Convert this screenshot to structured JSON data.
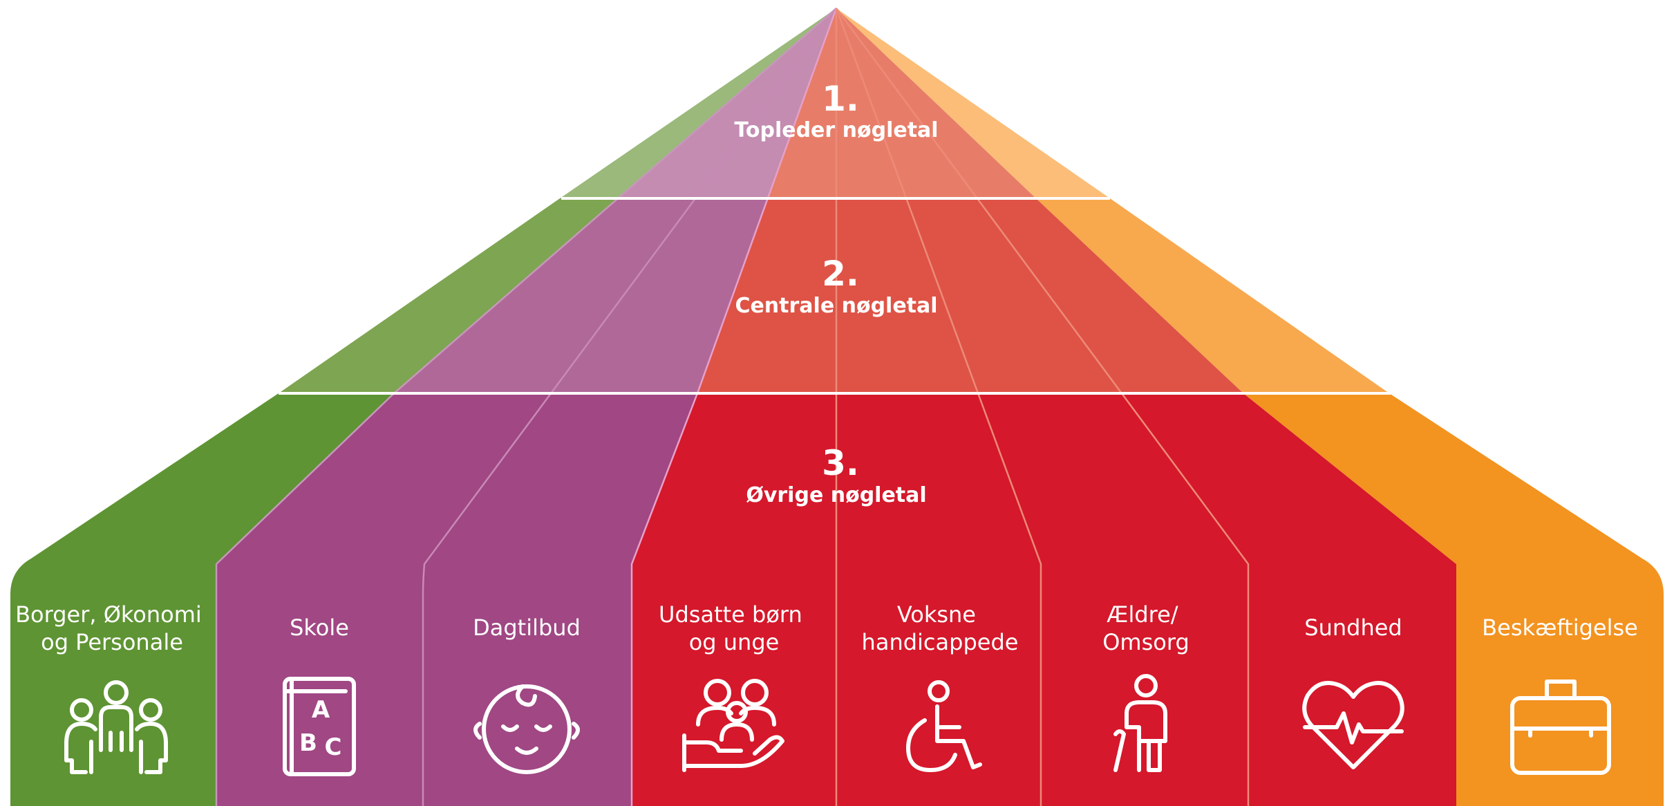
{
  "levels": [
    {
      "number": "1.",
      "name": "Topleder nøgletal"
    },
    {
      "number": "2.",
      "name": "Centrale nøgletal"
    },
    {
      "number": "3.",
      "name": "Øvrige nøgletal"
    }
  ],
  "sectors": [
    {
      "id": "borger",
      "lines": [
        "Borger, Økonomi",
        "og Personale"
      ],
      "icon": "people-group-icon"
    },
    {
      "id": "skole",
      "lines": [
        "Skole"
      ],
      "icon": "abc-book-icon"
    },
    {
      "id": "dagtilbud",
      "lines": [
        "Dagtilbud"
      ],
      "icon": "baby-face-icon"
    },
    {
      "id": "udsatte",
      "lines": [
        "Udsatte børn",
        "og unge"
      ],
      "icon": "family-in-hand-icon"
    },
    {
      "id": "voksne",
      "lines": [
        "Voksne",
        "handicappede"
      ],
      "icon": "wheelchair-icon"
    },
    {
      "id": "aeldre",
      "lines": [
        "Ældre/",
        "Omsorg"
      ],
      "icon": "elderly-person-icon"
    },
    {
      "id": "sundhed",
      "lines": [
        "Sundhed"
      ],
      "icon": "heart-pulse-icon"
    },
    {
      "id": "beskaeftigelse",
      "lines": [
        "Beskæftigelse"
      ],
      "icon": "briefcase-icon"
    }
  ],
  "book_letters": [
    "A",
    "B",
    "C"
  ],
  "colors": {
    "green": "#5e9433",
    "purple": "#a04784",
    "red": "#d5182b",
    "orange": "#f39320"
  }
}
